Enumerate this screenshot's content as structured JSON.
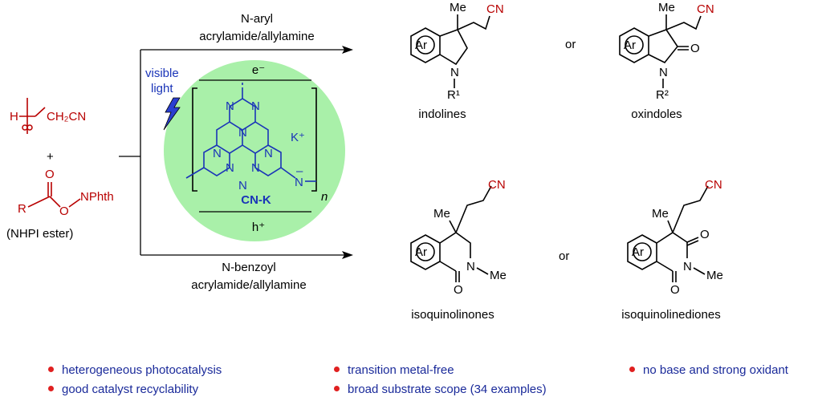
{
  "reagents": {
    "h_atom": "H",
    "ch2cn": "CH₂CN",
    "plus": "+",
    "o_carbonyl": "O",
    "r_group": "R",
    "o_ester": "O",
    "nphth": "NPhth",
    "nhpi_label": "(NHPI ester)"
  },
  "conditions": {
    "top_line1": "N-aryl",
    "top_line2": "acrylamide/allylamine",
    "bottom_line1": "N-benzoyl",
    "bottom_line2": "acrylamide/allylamine",
    "visible_light": [
      "visible",
      "light"
    ]
  },
  "catalyst": {
    "name": "CN-K",
    "electron": "e⁻",
    "hole": "h⁺",
    "counter_ion": "K⁺",
    "n_subscript": "n",
    "minus": "–",
    "atom_n": "N",
    "colors": {
      "circle": "#a9f0a9",
      "ring": "#1a34b8"
    }
  },
  "products": {
    "indolines": {
      "label": "indolines",
      "me": "Me",
      "cn": "CN",
      "ar": "Ar",
      "n": "N",
      "r": "R¹"
    },
    "oxindoles": {
      "label": "oxindoles",
      "me": "Me",
      "cn": "CN",
      "ar": "Ar",
      "n": "N",
      "o": "O",
      "r": "R²"
    },
    "isoquinolinones": {
      "label": "isoquinolinones",
      "me": "Me",
      "cn": "CN",
      "ar": "Ar",
      "n": "N",
      "o": "O",
      "nme": "Me"
    },
    "isoquinolinediones": {
      "label": "isoquinolinediones",
      "me": "Me",
      "cn": "CN",
      "ar": "Ar",
      "n": "N",
      "o1": "O",
      "o2": "O",
      "nme": "Me"
    },
    "or_top": "or",
    "or_bottom": "or"
  },
  "features": [
    "heterogeneous photocatalysis",
    "good catalyst recyclability",
    "transition metal-free",
    "broad substrate scope (34 examples)",
    "no base and strong oxidant"
  ],
  "colors": {
    "reagent_red": "#b80000",
    "bullet_text": "#1a2a9a",
    "bullet_dot": "#e02020"
  }
}
